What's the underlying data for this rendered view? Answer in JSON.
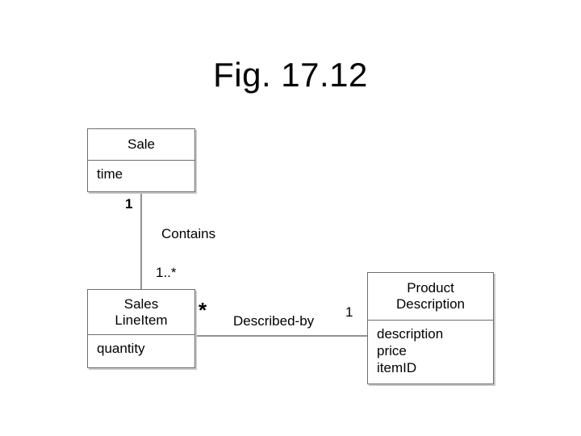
{
  "title": "Fig. 17.12",
  "diagram": {
    "classes": {
      "sale": {
        "name": "Sale",
        "attributes": [
          "time"
        ]
      },
      "sales_line_item": {
        "name_line1": "Sales",
        "name_line2": "LineItem",
        "attributes": [
          "quantity"
        ]
      },
      "product_description": {
        "name_line1": "Product",
        "name_line2": "Description",
        "attributes": [
          "description",
          "price",
          "itemID"
        ]
      }
    },
    "associations": {
      "contains": {
        "label": "Contains",
        "mult_sale": "1",
        "mult_line_item": "1..*"
      },
      "described_by": {
        "label": "Described-by",
        "mult_line_item": "*",
        "mult_product": "1"
      }
    }
  }
}
